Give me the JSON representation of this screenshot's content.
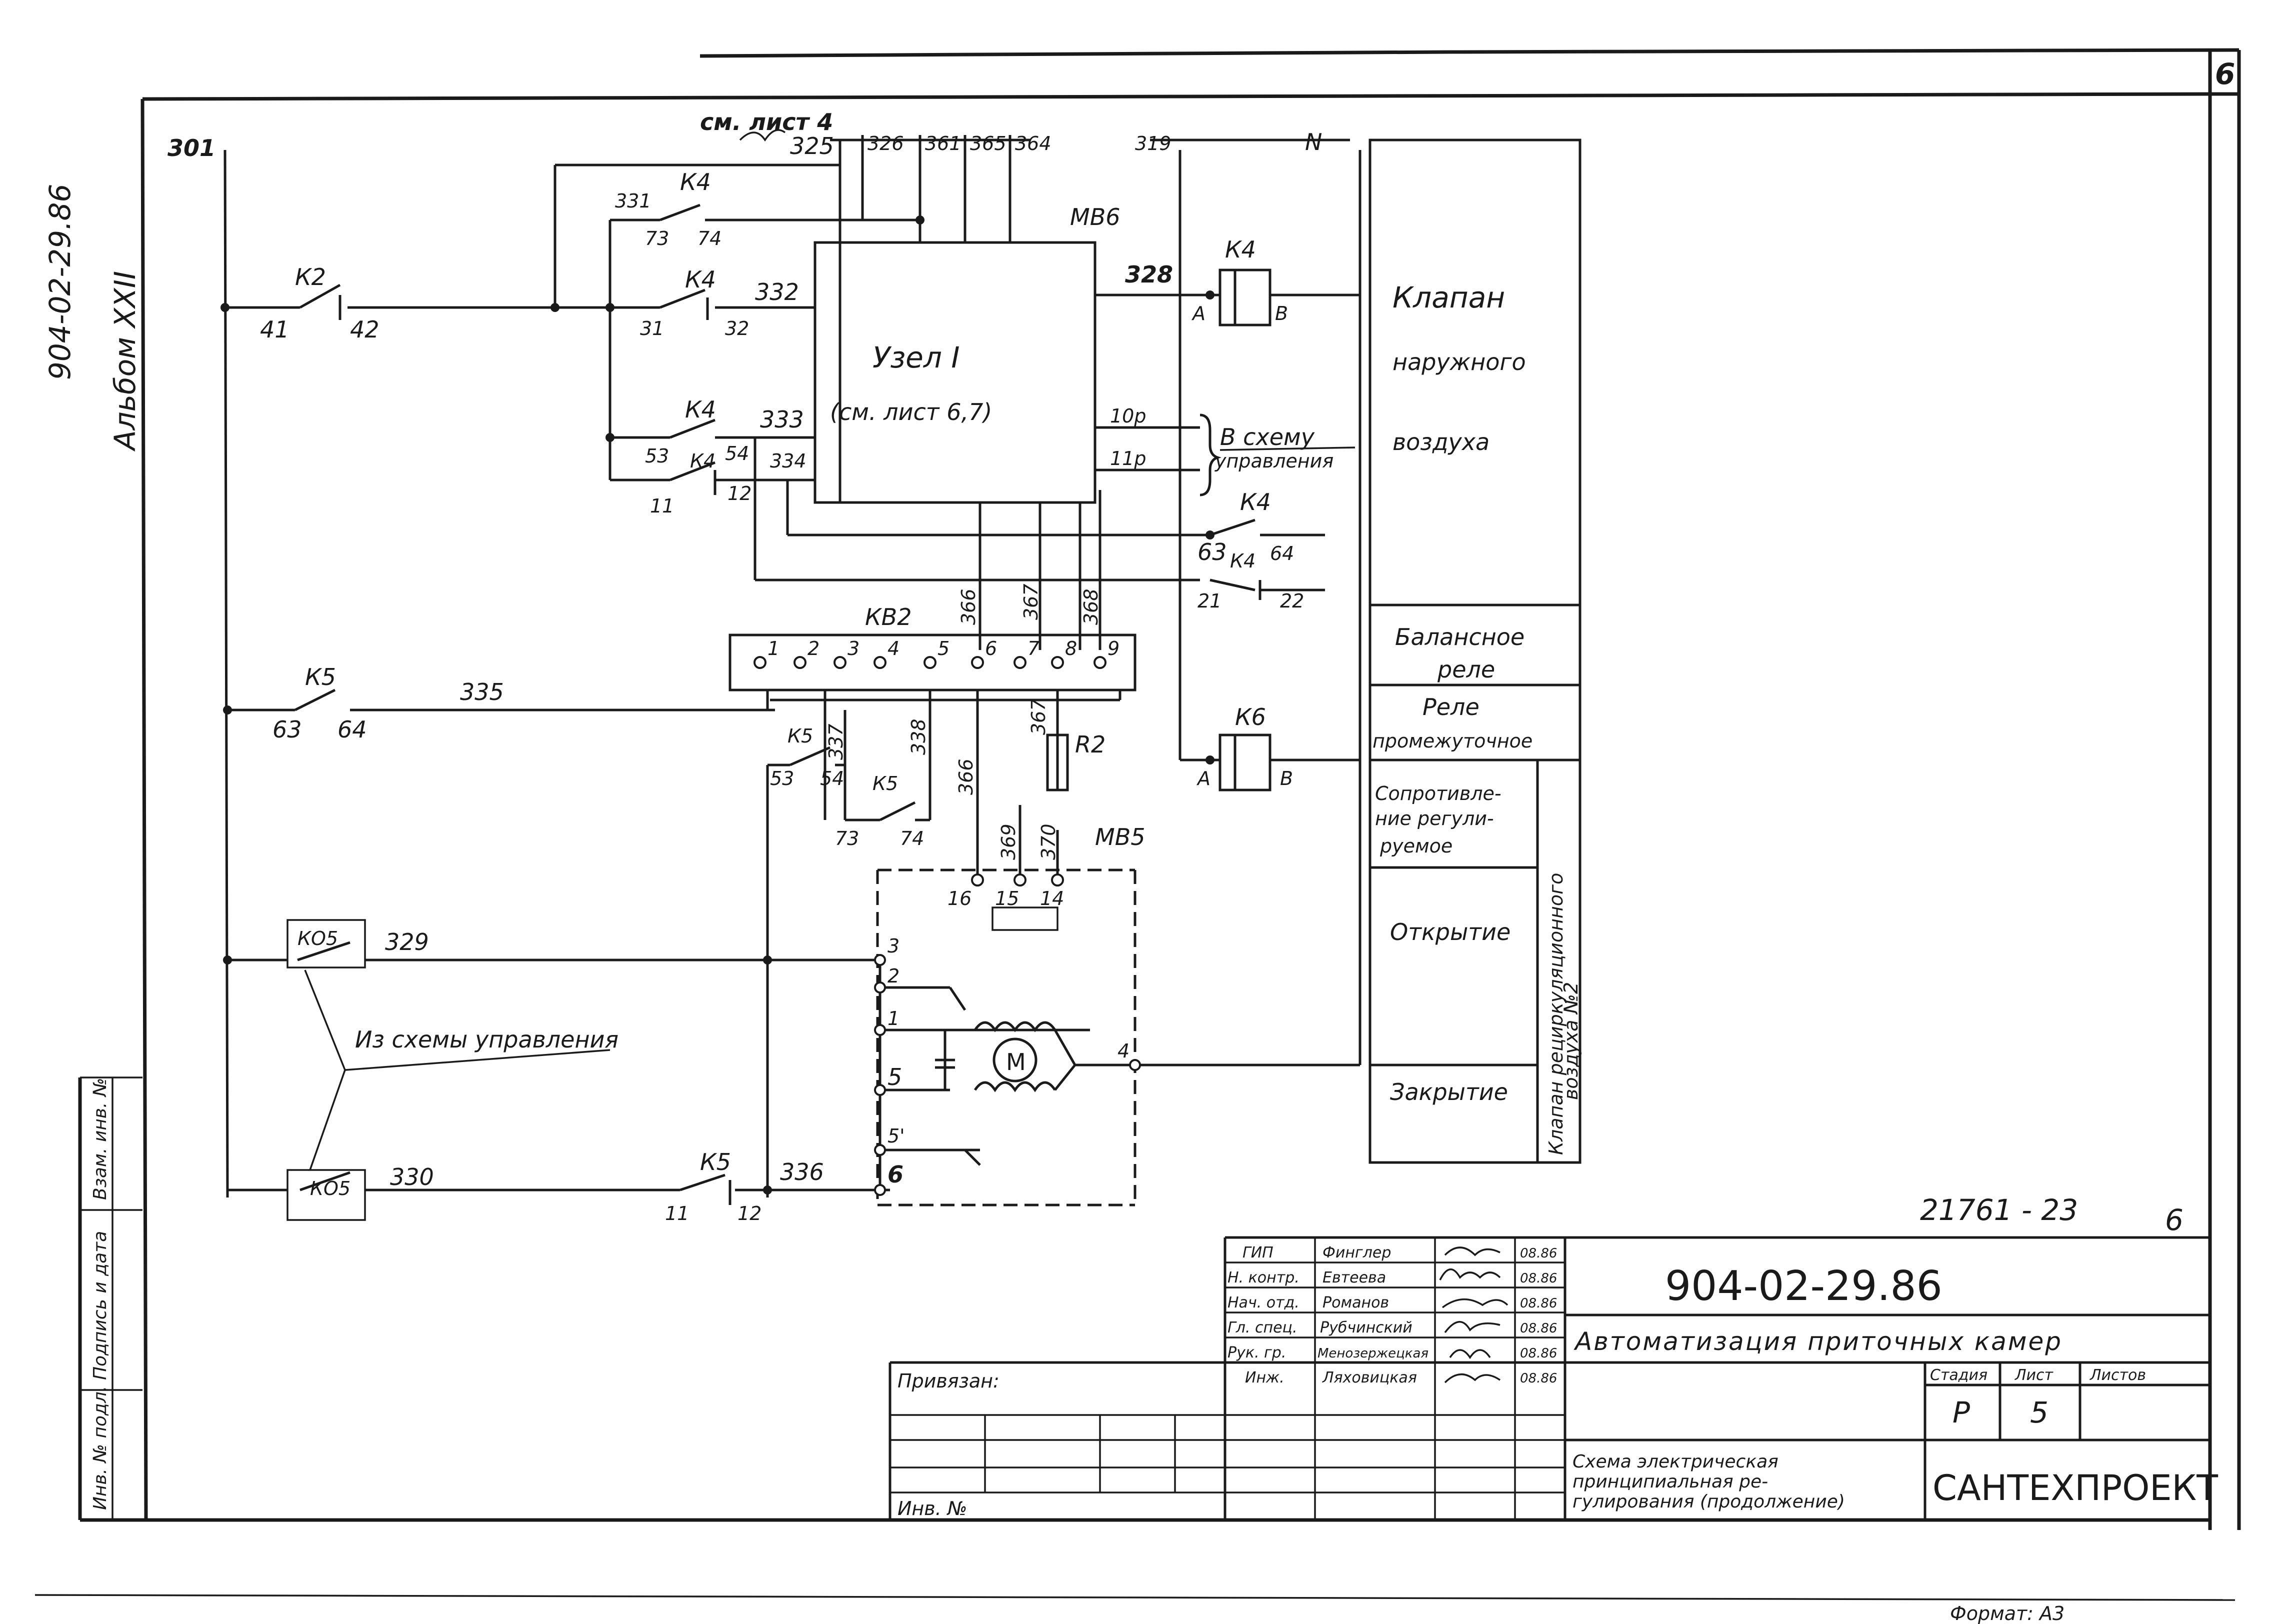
{
  "sheet": {
    "corner_number": "6",
    "side_code": "904-02-29.86",
    "side_album": "Альбом XXII",
    "format": "Формат: А3",
    "drawing_no_hand": "21761 - 23",
    "drawing_no_hand_sheet": "6"
  },
  "schematic": {
    "top_note": "см. лист 4",
    "top_wires": [
      "301",
      "325",
      "326",
      "361",
      "365",
      "364",
      "319",
      "N"
    ],
    "mb6": "МВ6",
    "unit_title": "Узел I",
    "unit_ref": "(см. лист 6,7)",
    "contacts": {
      "k2": "К2",
      "k2_41": "41",
      "k2_42": "42",
      "k4": "К4",
      "c73": "73",
      "c74": "74",
      "c31": "31",
      "c32": "32",
      "c53": "53",
      "c54": "54",
      "c11": "11",
      "c12": "12",
      "c63": "63",
      "c64": "64",
      "c21": "21",
      "c22": "22",
      "k5": "К5",
      "k5_63": "63",
      "k5_64": "64",
      "k5_53": "53",
      "k5_54": "54",
      "k5_73": "73",
      "k5_74": "74",
      "k5_11": "11",
      "k5_12": "12",
      "ko5": "КО5"
    },
    "wires": {
      "w331": "331",
      "w332": "332",
      "w333": "333",
      "w334": "334",
      "w328": "328",
      "w10p": "10р",
      "w11p": "11р",
      "w335": "335",
      "w337": "337",
      "w338": "338",
      "w366a": "366",
      "w367a": "367",
      "w368": "368",
      "w366b": "366",
      "w367b": "367",
      "w369": "369",
      "w370": "370",
      "w329": "329",
      "w330": "330",
      "w336": "336"
    },
    "to_control": "В схему",
    "to_control2": "управления",
    "from_control": "Из схемы управления",
    "kv2": "КВ2",
    "kv2_terms": [
      "1",
      "2",
      "3",
      "4",
      "5",
      "6",
      "7",
      "8",
      "9"
    ],
    "r2": "R2",
    "mb5": "МВ5",
    "mb5_terms": [
      "16",
      "15",
      "14"
    ],
    "motor_terms": [
      "3",
      "2",
      "1",
      "5",
      "5'",
      "6",
      "4"
    ],
    "motor": "М",
    "relay_k4": "К4",
    "relay_k6": "К6",
    "coil_a": "А",
    "coil_b": "В"
  },
  "legend": {
    "valve": [
      "Клапан",
      "наружного",
      "воздуха"
    ],
    "balance": [
      "Балансное",
      "реле"
    ],
    "interm": [
      "Реле",
      "промежуточное"
    ],
    "resistor": [
      "Сопротивле-",
      "ние регули-",
      "руемое"
    ],
    "open": "Открытие",
    "close": "Закрытие",
    "recirc_1": "Клапан рециркуляционного",
    "recirc_2": "воздуха №2"
  },
  "left_strip": {
    "inv_orig": "Инв. № подл.",
    "sign_date": "Подпись и дата",
    "vzam": "Взам. инв. №"
  },
  "stamp": {
    "roles": [
      "ГИП",
      "Н. контр.",
      "Нач. отд.",
      "Гл. спец.",
      "Рук. гр.",
      "Инж."
    ],
    "names": [
      "Финглер",
      "Евтеева",
      "Романов",
      "Рубчинский",
      "Менозержецкая",
      "Ляховицкая"
    ],
    "dates": [
      "08.86",
      "08.86",
      "08.86",
      "08.86",
      "08.86",
      "08.86"
    ],
    "doc_code": "904-02-29.86",
    "title": "Автоматизация приточных камер",
    "h_stage": "Стадия",
    "h_sheet": "Лист",
    "h_sheets": "Листов",
    "stage": "Р",
    "sheet": "5",
    "sheets": "",
    "drawing_name": "Схема электрическая принципиальная регулирования (продолжение)",
    "drawing_name_l1": "Схема электрическая",
    "drawing_name_l2": "принципиальная ре-",
    "drawing_name_l3": "гулирования (продолжение)",
    "org": "САНТЕХПРОЕКТ",
    "bound": "Привязан:",
    "inv_no": "Инв. №"
  }
}
